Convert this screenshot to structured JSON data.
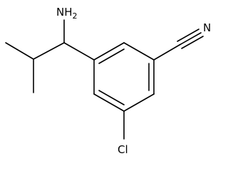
{
  "molecule": {
    "atoms": {
      "amine": {
        "symbol": "N",
        "hydrogens": "H",
        "count": "2"
      },
      "nitrile_n": {
        "symbol": "N"
      },
      "chlorine": {
        "symbol": "Cl"
      }
    }
  }
}
